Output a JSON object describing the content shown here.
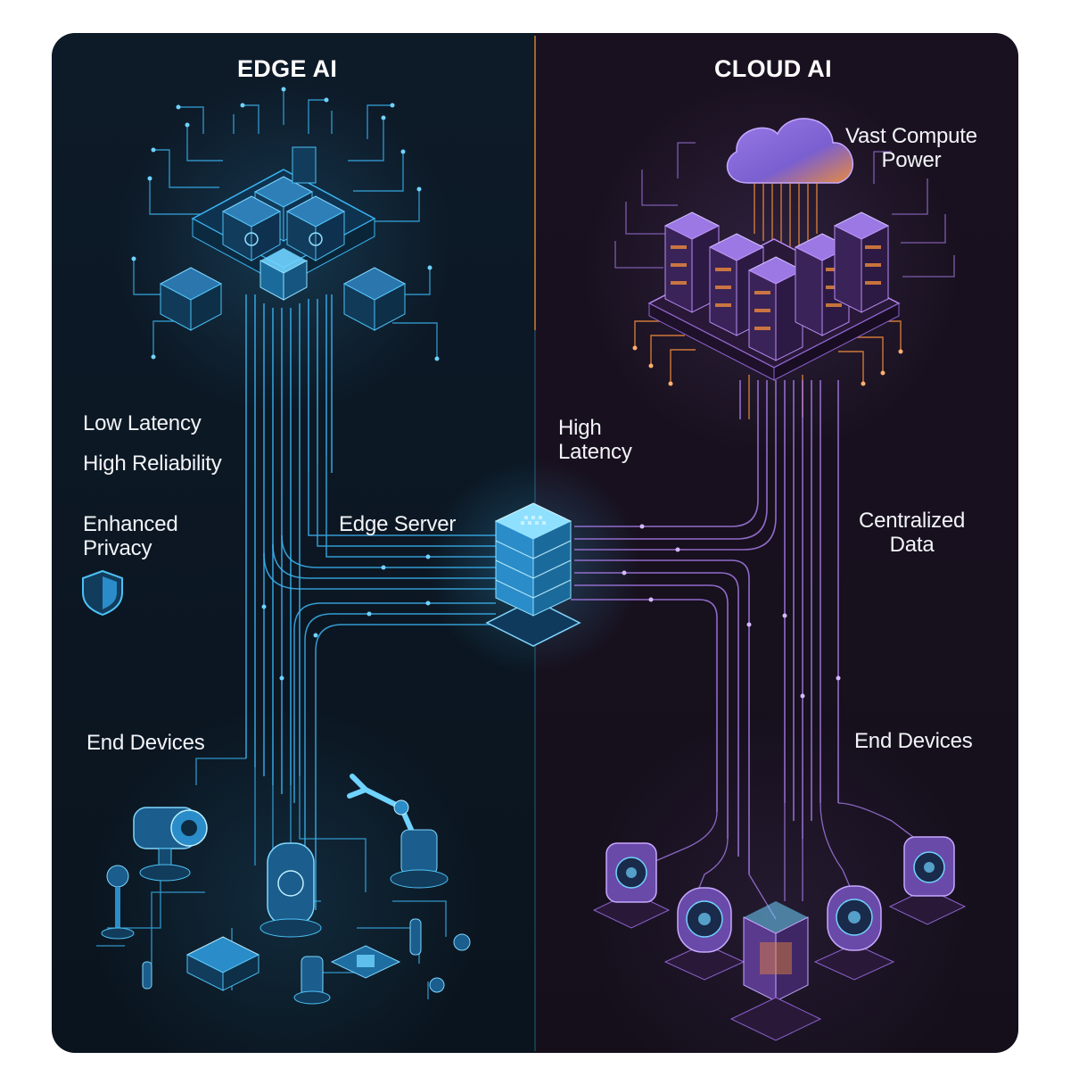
{
  "edge": {
    "title": "EDGE AI",
    "labels": {
      "low_latency": "Low Latency",
      "high_reliability": "High Reliability",
      "enhanced_privacy": "Enhanced\nPrivacy",
      "edge_server": "Edge Server",
      "end_devices": "End Devices"
    }
  },
  "cloud": {
    "title": "CLOUD AI",
    "labels": {
      "vast_compute": "Vast Compute\nPower",
      "high_latency": "High\nLatency",
      "centralized_data": "Centralized\nData",
      "end_devices": "End Devices"
    }
  },
  "colors": {
    "edge_bg": "#0b1622",
    "cloud_bg": "#160f1d",
    "edge_accent": "#3ab4f2",
    "cloud_accent": "#a77be8",
    "cloud_orange": "#ee8a3c",
    "text": "#f2f4f8"
  },
  "icons": {
    "privacy": "shield-icon",
    "cloud": "cloud-icon",
    "edge_server": "server-stack-icon"
  }
}
